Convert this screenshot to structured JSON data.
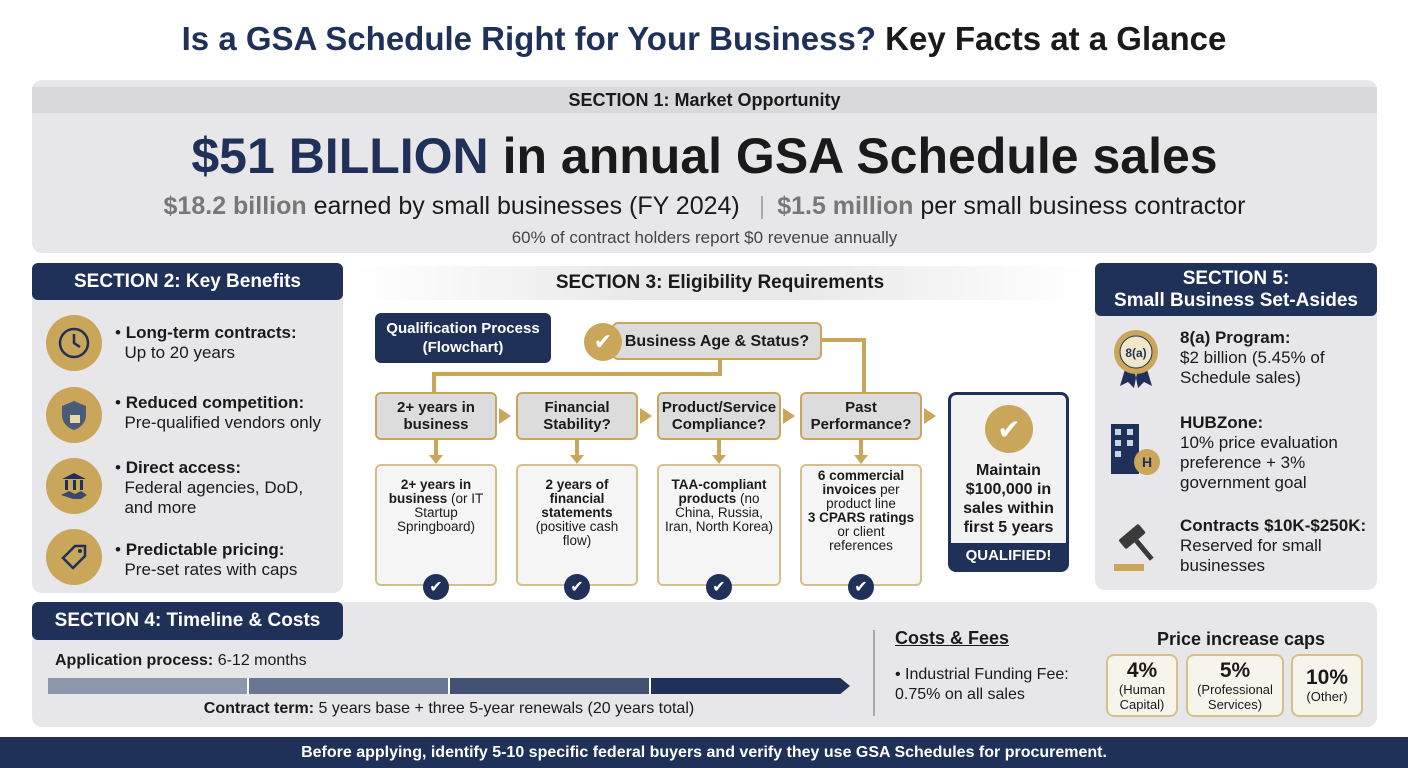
{
  "title": {
    "part1": "Is a GSA Schedule Right for Your Business?",
    "part2": "Key Facts at a Glance"
  },
  "section1": {
    "header": "SECTION 1: Market Opportunity",
    "headline_value": "$51 BILLION",
    "headline_rest": "in annual GSA Schedule sales",
    "stat1_value": "$18.2 billion",
    "stat1_text": "earned by small businesses (FY 2024)",
    "stat2_value": "$1.5 million",
    "stat2_text": "per small business contractor",
    "note": "60% of contract holders report $0 revenue annually"
  },
  "section2": {
    "header": "SECTION 2: Key Benefits",
    "items": [
      {
        "icon": "clock-icon",
        "title": "Long-term contracts:",
        "text": "Up to 20 years"
      },
      {
        "icon": "shield-lock-icon",
        "title": "Reduced competition:",
        "text": "Pre-qualified vendors only"
      },
      {
        "icon": "government-handshake-icon",
        "title": "Direct access:",
        "text": "Federal agencies, DoD, and more"
      },
      {
        "icon": "price-tag-icon",
        "title": "Predictable pricing:",
        "text": "Pre-set rates with caps"
      }
    ]
  },
  "section3": {
    "header": "SECTION 3: Eligibility Requirements",
    "flow_label": "Qualification Process (Flowchart)",
    "start": "Business Age & Status?",
    "steps": [
      {
        "q": "2+ years in business",
        "detail_bold": "2+ years in business",
        "detail": "(or IT Startup Springboard)"
      },
      {
        "q": "Financial Stability?",
        "detail_bold": "2 years of financial statements",
        "detail": "(positive cash flow)"
      },
      {
        "q": "Product/Service Compliance?",
        "detail_bold": "TAA-compliant products",
        "detail": "(no China, Russia, Iran, North Korea)"
      },
      {
        "q": "Past Performance?",
        "detail_bold": "6 commercial invoices",
        "detail": "per product line",
        "detail_bold2": "3 CPARS ratings",
        "detail2": "or client references"
      }
    ],
    "final": "Maintain $100,000 in sales within first 5 years",
    "final_badge": "QUALIFIED!"
  },
  "section4": {
    "header": "SECTION 4: Timeline & Costs",
    "app_label": "Application process:",
    "app_value": "6-12 months",
    "term_label": "Contract term:",
    "term_value": "5 years base + three 5-year renewals (20 years total)",
    "costs_header": "Costs & Fees",
    "fee": "Industrial Funding Fee: 0.75% on all sales",
    "caps_header": "Price increase caps",
    "caps": [
      {
        "value": "4%",
        "label": "(Human Capital)"
      },
      {
        "value": "5%",
        "label": "(Professional Services)"
      },
      {
        "value": "10%",
        "label": "(Other)"
      }
    ]
  },
  "section5": {
    "header_line1": "SECTION 5:",
    "header_line2": "Small Business Set-Asides",
    "items": [
      {
        "icon": "8a-ribbon-icon",
        "badge": "8(a)",
        "title": "8(a) Program:",
        "text": "$2 billion (5.45% of Schedule sales)"
      },
      {
        "icon": "building-gear-icon",
        "badge": "H",
        "title": "HUBZone:",
        "text": "10% price evaluation preference + 3% government goal"
      },
      {
        "icon": "gavel-icon",
        "title": "Contracts $10K-$250K:",
        "text": "Reserved for small businesses"
      }
    ]
  },
  "footer": "Before applying, identify 5-10 specific federal buyers and verify they use GSA Schedules for procurement.",
  "colors": {
    "navy": "#1f3159",
    "gold": "#c9a659",
    "panel": "#e7e7e9"
  }
}
